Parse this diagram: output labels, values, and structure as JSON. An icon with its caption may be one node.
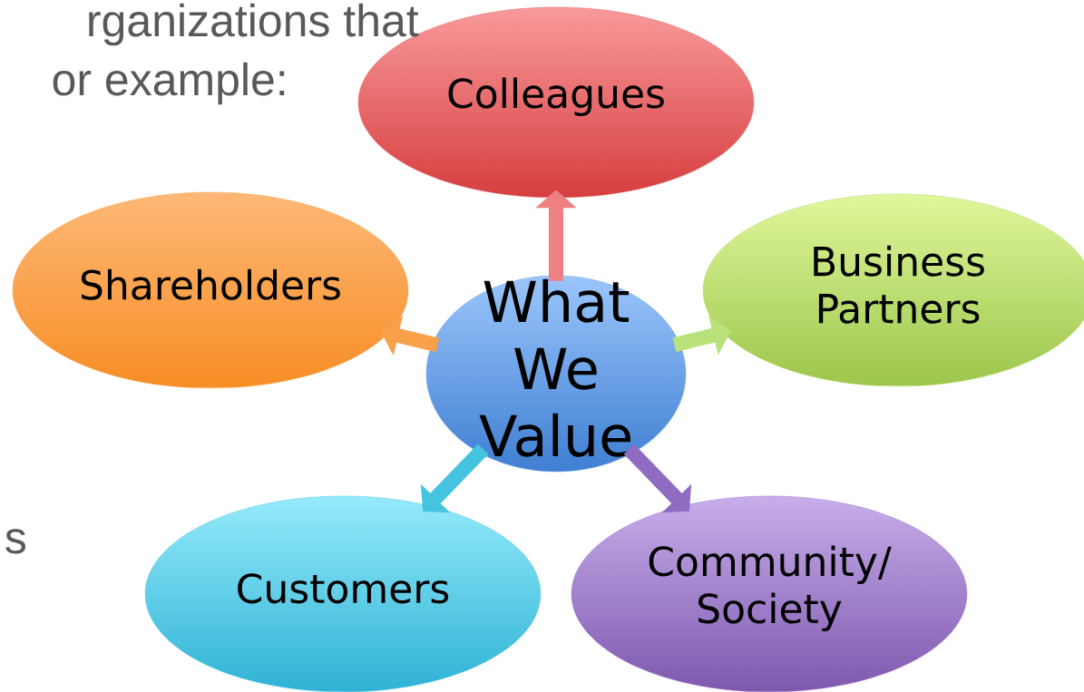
{
  "diagram": {
    "nodes": [
      {
        "text": [
          "Colleagues"
        ]
      },
      {
        "text": [
          "Shareholders"
        ]
      },
      {
        "text": [
          "What We Value"
        ]
      },
      {
        "text": [
          "Business Partners"
        ]
      },
      {
        "text": [
          "Customers"
        ]
      },
      {
        "text": [
          "Community/ Society"
        ]
      }
    ],
    "edges": [
      {
        "from": 2,
        "to": 0,
        "arrow": "to",
        "color": "#ee7f82"
      },
      {
        "from": 2,
        "to": 1,
        "arrow": "to",
        "color": "#f8a04a"
      },
      {
        "from": 2,
        "to": 3,
        "arrow": "to",
        "color": "#b9e27a"
      },
      {
        "from": 2,
        "to": 4,
        "arrow": "to",
        "color": "#44c4de"
      },
      {
        "from": 2,
        "to": 5,
        "arrow": "to",
        "color": "#8f6cc2"
      }
    ],
    "labels": [
      "rganizations that",
      "or example:",
      "s"
    ]
  }
}
